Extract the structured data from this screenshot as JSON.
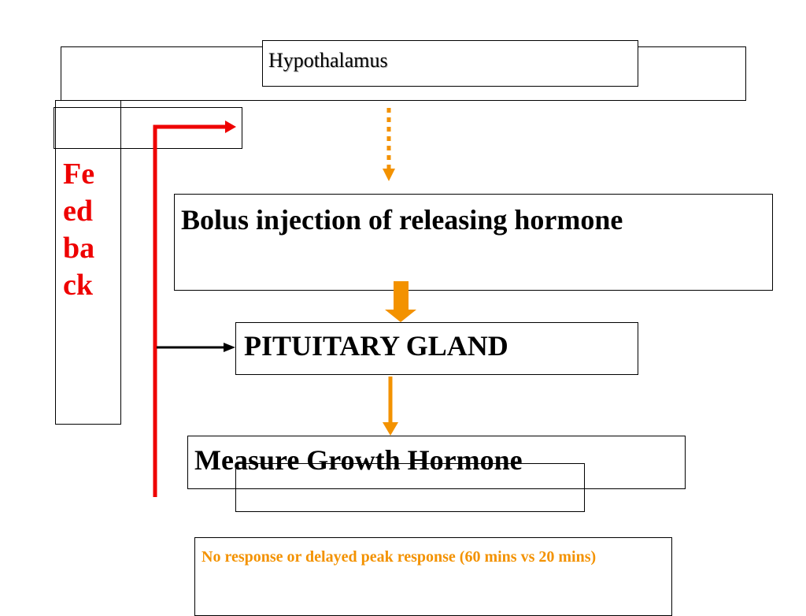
{
  "hypothalamus": {
    "label": "Hypothalamus"
  },
  "feedback": {
    "label": "Fe\ned\nba\nck"
  },
  "bolus": {
    "label": "Bolus injection of releasing hormone"
  },
  "pituitary": {
    "label": "PITUITARY GLAND"
  },
  "growth_hormone": {
    "label": "Measure Growth Hormone"
  },
  "response": {
    "label": "No response or delayed peak response (60 mins vs 20 mins)"
  },
  "colors": {
    "feedback_red": "#ee0000",
    "arrow_orange": "#f39200",
    "arrow_black": "#000000"
  }
}
